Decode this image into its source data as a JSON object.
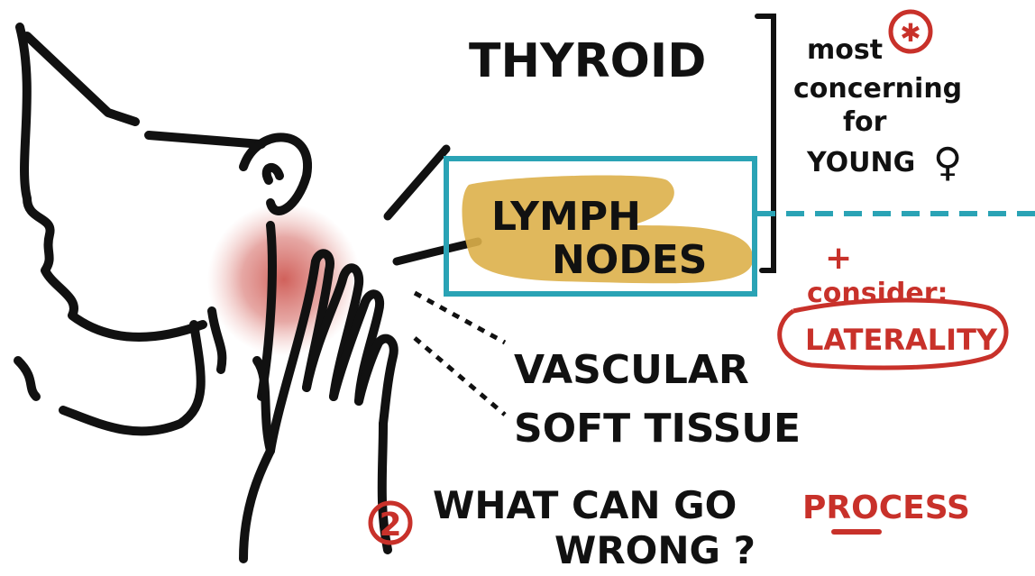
{
  "labels": {
    "thyroid": "THYROID",
    "lymph_line1": "LYMPH",
    "lymph_line2": "NODES",
    "vascular": "VASCULAR",
    "soft_tissue": "SOFT TISSUE",
    "question_number": "2",
    "question_line1": "WHAT CAN GO",
    "question_line2": "WRONG ?",
    "process": "PROCESS"
  },
  "note": {
    "line1": "most",
    "line2": "concerning",
    "line3": "for",
    "line4": "YOUNG",
    "female_symbol": "♀",
    "asterisk": "✱"
  },
  "consider": {
    "plus": "+",
    "text": "consider:",
    "laterality": "LATERALITY"
  },
  "colors": {
    "ink": "#111111",
    "accent_red": "#c8312a",
    "highlight_box": "#2aa3b5",
    "lymph_highlight": "#ddb04a",
    "neck_glow": "#d2605a"
  },
  "icons": {
    "profile": "head-profile-drawing",
    "hand": "hand-on-neck-drawing",
    "female": "female-symbol-icon",
    "asterisk": "circled-asterisk-icon"
  }
}
